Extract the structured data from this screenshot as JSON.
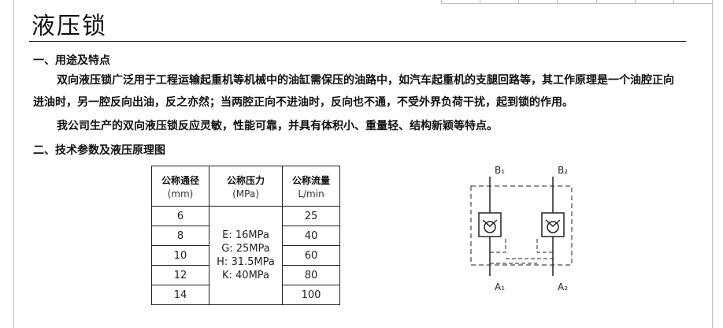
{
  "title": "液压锁",
  "section1": {
    "heading": "一、用途及特点",
    "para1_line1": "双向液压锁广泛用于工程运输起重机等机械中的油缸需保压的油路中，如汽车起重机的支腿回路等，其工作原理是一个油腔正向",
    "para1_line2": "进油时，另一腔反向出油，反之亦然；当两腔正向不进油时，反向也不通，不受外界负荷干扰，起到锁的作用。",
    "para2": "我公司生产的双向液压锁反应灵敏，性能可靠，并具有体积小、重量轻、结构新颖等特点。"
  },
  "section2": {
    "heading": "二、技术参数及液压原理图"
  },
  "table": {
    "headers": [
      {
        "name": "公称通径",
        "unit": "(mm)"
      },
      {
        "name": "公称压力",
        "unit": "(MPa)"
      },
      {
        "name": "公称流量",
        "unit": "L/min"
      }
    ],
    "diameters": [
      "6",
      "8",
      "10",
      "12",
      "14"
    ],
    "pressures": [
      "E: 16MPa",
      "G: 25MPa",
      "H: 31.5MPa",
      "K: 40MPa"
    ],
    "flows": [
      "25",
      "40",
      "60",
      "80",
      "100"
    ]
  },
  "schematic": {
    "port_b1": "B₁",
    "port_b2": "B₂",
    "port_a1": "A₁",
    "port_a2": "A₂"
  }
}
